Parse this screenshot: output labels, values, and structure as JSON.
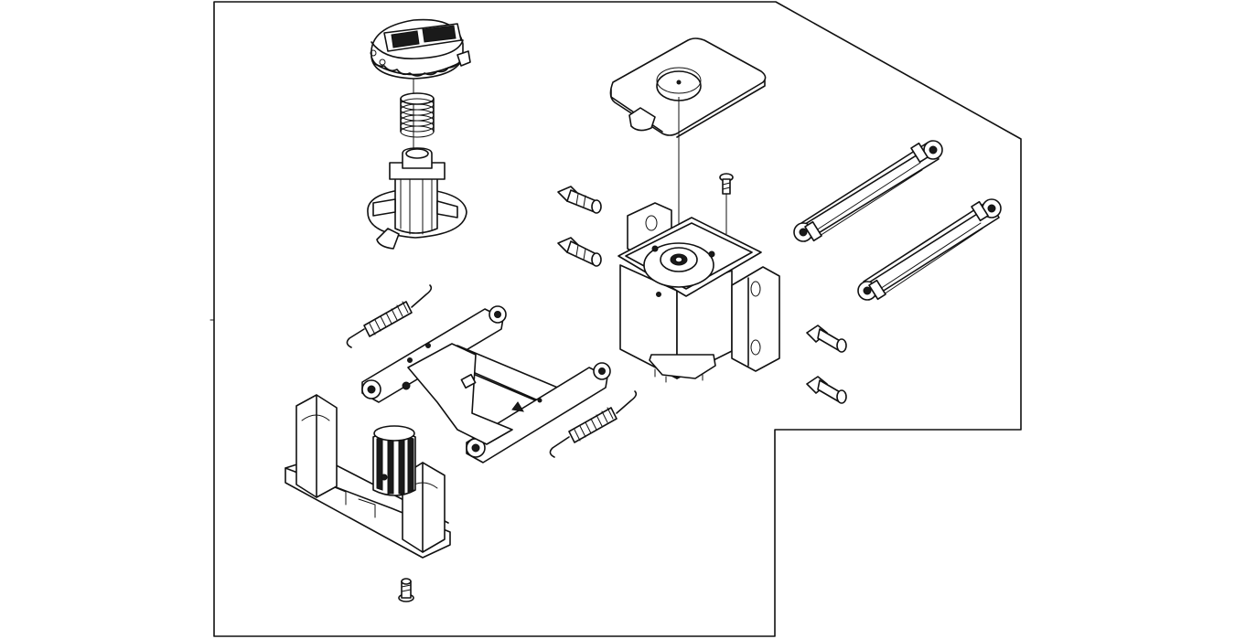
{
  "diagram": {
    "background": "#ffffff",
    "stroke": "#111111",
    "parts": [
      "knob-cap",
      "spring",
      "shaft-hub",
      "lid",
      "motor-housing",
      "small-screw",
      "bolt",
      "link-arm",
      "tension-spring",
      "h-frame",
      "base-bracket",
      "gear-shaft",
      "bottom-screw"
    ]
  }
}
